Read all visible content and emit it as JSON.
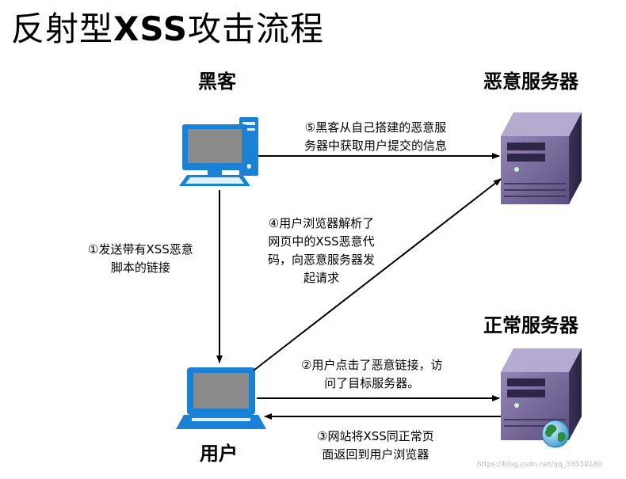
{
  "title": {
    "prefix": "反射型",
    "bold": "XSS",
    "suffix": "攻击流程"
  },
  "nodes": {
    "hacker": "黑客",
    "malicious_server": "恶意服务器",
    "normal_server": "正常服务器",
    "user": "用户"
  },
  "steps": {
    "s1": [
      "①发送带有XSS恶意",
      "脚本的链接"
    ],
    "s2": [
      "②用户点击了恶意链接，访",
      "问了目标服务器。"
    ],
    "s3": [
      "③网站将XSS同正常页",
      "面返回到用户浏览器"
    ],
    "s4": [
      "④用户浏览器解析了",
      "网页中的XSS恶意代",
      "码，向恶意服务器发",
      "起请求"
    ],
    "s5": [
      "⑤黑客从自己搭建的恶意服",
      "务器中获取用户提交的信息"
    ]
  },
  "watermark": "https://blog.csdn.net/qq_33530180",
  "icons": {
    "hacker": "desktop-computer-icon",
    "user": "laptop-icon",
    "malicious_server": "server-tower-icon",
    "normal_server": "server-globe-icon"
  },
  "colors": {
    "monitor_frame": "#1a82d6",
    "screen": "#8a8a8a",
    "server": "#6a5a8c",
    "globe": "#2b8d3a"
  }
}
